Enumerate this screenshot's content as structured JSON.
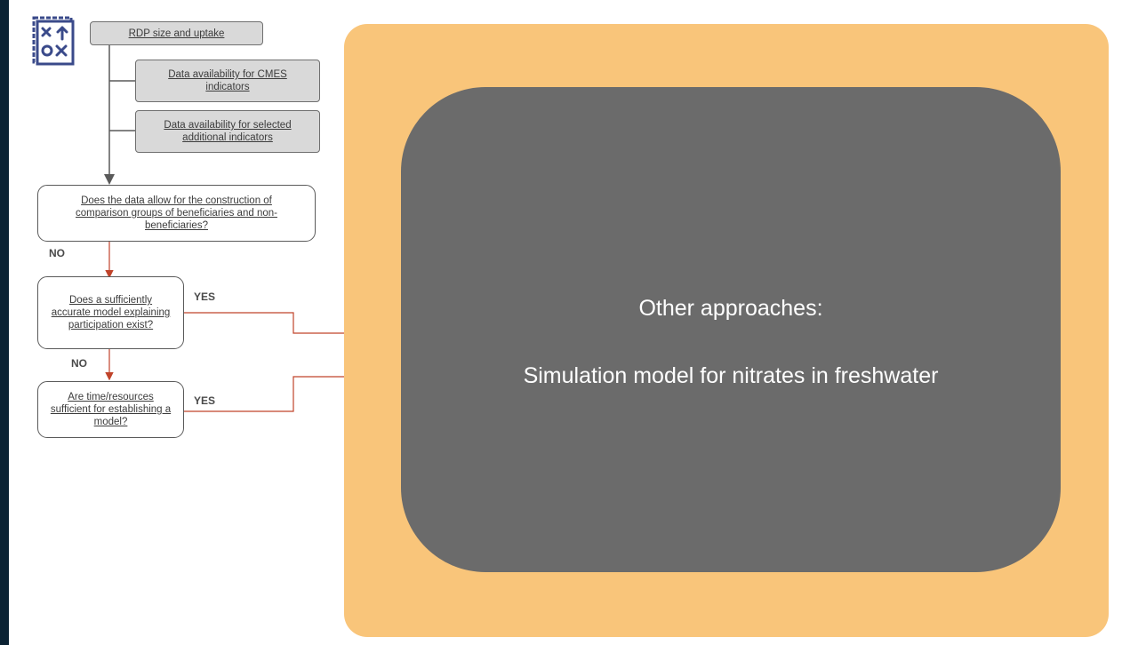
{
  "flow": {
    "rdp": "RDP size and uptake",
    "cmes": "Data availability for CMES indicators",
    "additional": "Data availability for selected additional indicators",
    "q1": "Does the data allow for the construction of comparison groups of beneficiaries and non-beneficiaries?",
    "q2": "Does a sufficiently accurate model explaining participation exist?",
    "q3": "Are time/resources sufficient for establishing a model?",
    "no1": "NO",
    "no2": "NO",
    "yes1": "YES",
    "yes2": "YES"
  },
  "panel": {
    "title": "Other approaches:",
    "subtitle": "Simulation model for nitrates in freshwater"
  },
  "icon": "strategy-icon",
  "colors": {
    "background": "#0b2233",
    "orange_panel": "#f9c57a",
    "grey_panel": "#6b6b6b",
    "arrow_red": "#c0432a",
    "icon_blue": "#3a4a8a"
  }
}
